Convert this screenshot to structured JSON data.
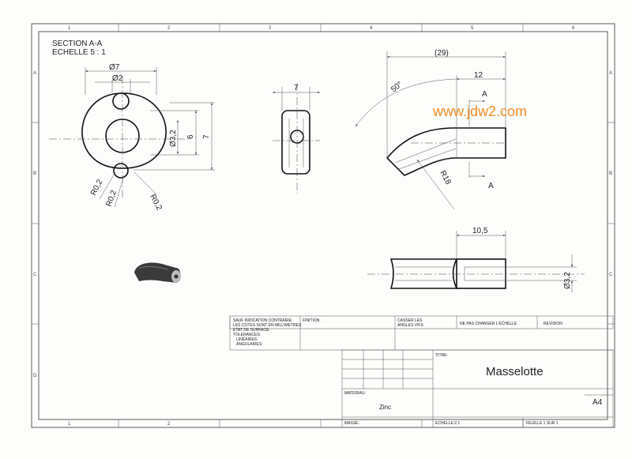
{
  "section": {
    "title": "SECTION A-A",
    "scale": "ECHELLE 5 : 1"
  },
  "grid": {
    "columns": [
      "1",
      "2",
      "3",
      "4",
      "5",
      "6"
    ],
    "rows": [
      "A",
      "B",
      "C",
      "D"
    ]
  },
  "dimensions": {
    "d7": "Ø7",
    "d2": "Ø2",
    "d32": "Ø3,2",
    "six": "6",
    "seven": "7",
    "r02": "R0,2",
    "side7": "7",
    "dim29": "(29)",
    "dim12": "12",
    "angle50": "50°",
    "r18": "R18",
    "sectionA": "A",
    "dim105": "10,5",
    "d32b": "Ø3,2"
  },
  "watermark": "www.jdw2.com",
  "titleblock": {
    "general_tol": [
      "SAUF INDICATION CONTRAIRE:",
      "LES COTES SONT EN MILLIMETRES",
      "ETAT DE SURFACE:",
      "TOLERANCES:",
      "LINEAIRES:",
      "ANGULAIRES:"
    ],
    "finition": "FINITION:",
    "casser": [
      "CASSER LES",
      "ANGLES VIFS"
    ],
    "ne_pas": "NE PAS CHANGER L'ECHELLE",
    "revision": "REVISION",
    "titre_label": "TITRE:",
    "title": "Masselotte",
    "materiau_label": "MATERIAU:",
    "materiau": "Zinc",
    "format": "A4",
    "masse": "MASSE:",
    "echelle": "ECHELLE:2:1",
    "feuille": "FEUILLE 1 SUR 1"
  }
}
